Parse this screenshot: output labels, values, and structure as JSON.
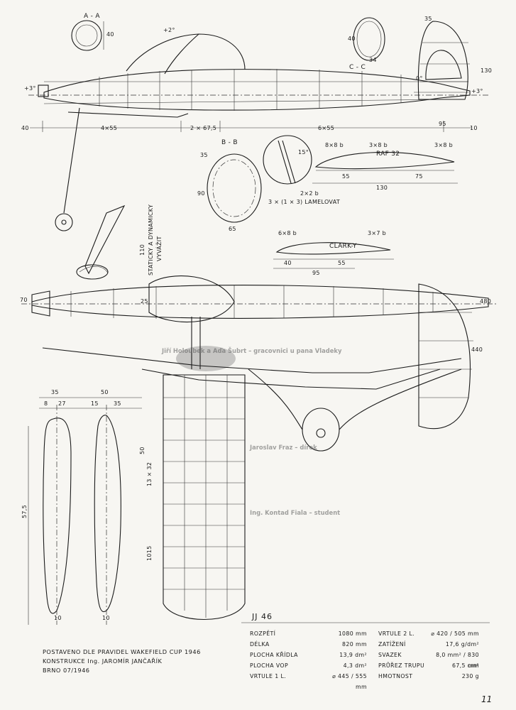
{
  "section_labels": {
    "aa": "A - A",
    "bb": "B - B",
    "cc": "C - C",
    "raf": "RAF 32",
    "clark": "CLARK-Y",
    "lamelovat": "3 × (1 × 3) LAMELOVAT",
    "dvakrat": "2×2 b",
    "staticky": "STATICKY A DYNAMICKY",
    "vyvazit": "VYVÁŽIT",
    "raf_a": "8×8 b",
    "raf_b": "3×8 b",
    "raf_c": "3×8 b",
    "clark_a": "6×8 b",
    "clark_b": "3×7 b"
  },
  "dimensions": {
    "d35_top": "35",
    "d40_aa": "40",
    "d40_cc": "40",
    "d34": "34",
    "d130": "130",
    "plus3a": "+3°",
    "plus2": "+2°",
    "zero": "0°",
    "plus3b": "+3°",
    "d40_left": "40",
    "d455": "4×55",
    "d2675": "2 × 67,5",
    "d655": "6×55",
    "d95": "95",
    "d10": "10",
    "d35_bb": "35",
    "d90": "90",
    "d65": "65",
    "d15": "15°",
    "d55_raf": "55",
    "d75_raf": "75",
    "d130_raf": "130",
    "d40_clark": "40",
    "d55_clark": "55",
    "d95_clark": "95",
    "d110": "110",
    "d70": "70",
    "d25": "25",
    "d480": "480",
    "d440": "440",
    "d35_tail": "35",
    "d8": "8",
    "d27": "27",
    "d50": "50",
    "d15_tail": "15",
    "d35_tail2": "35",
    "d575": "57,5",
    "d13x32": "13 × 32",
    "d1015": "1015",
    "d50b": "50",
    "d10_prop": "10",
    "d10_prop2": "10"
  },
  "title_block": {
    "model": "JJ 46",
    "credit_1": "POSTAVENO DLE PRAVIDEL WAKEFIELD CUP 1946",
    "credit_2": "KONSTRUKCE Ing. JAROMÍR JANČAŘÍK",
    "credit_3": "BRNO 07/1946"
  },
  "specs_left": [
    {
      "key": "ROZPĚTÍ",
      "value": "1080 mm"
    },
    {
      "key": "DÉLKA",
      "value": "820 mm"
    },
    {
      "key": "PLOCHA KŘÍDLA",
      "value": "13,9 dm²"
    },
    {
      "key": "PLOCHA VOP",
      "value": "4,3 dm²"
    },
    {
      "key": "VRTULE 1 L.",
      "value": "⌀ 445 / 555 mm"
    }
  ],
  "specs_right": [
    {
      "key": "VRTULE 2 L.",
      "value": "⌀ 420 / 505 mm"
    },
    {
      "key": "ZATÍŽENÍ",
      "value": "17,6 g/dm²"
    },
    {
      "key": "SVAZEK",
      "value": "8,0 mm² / 830 mm"
    },
    {
      "key": "PRŮŘEZ TRUPU",
      "value": "67,5 cm²"
    },
    {
      "key": "HMOTNOST",
      "value": "230 g"
    }
  ],
  "page_number": "11",
  "bleed_through": {
    "heading_1": "Jiří Holoubek a Aďa Šubrt – gracovnici u pana Vladeky",
    "heading_2": "Jaroslav Fraz – dírek",
    "heading_3": "Ing. Kontad Fiala – student"
  }
}
